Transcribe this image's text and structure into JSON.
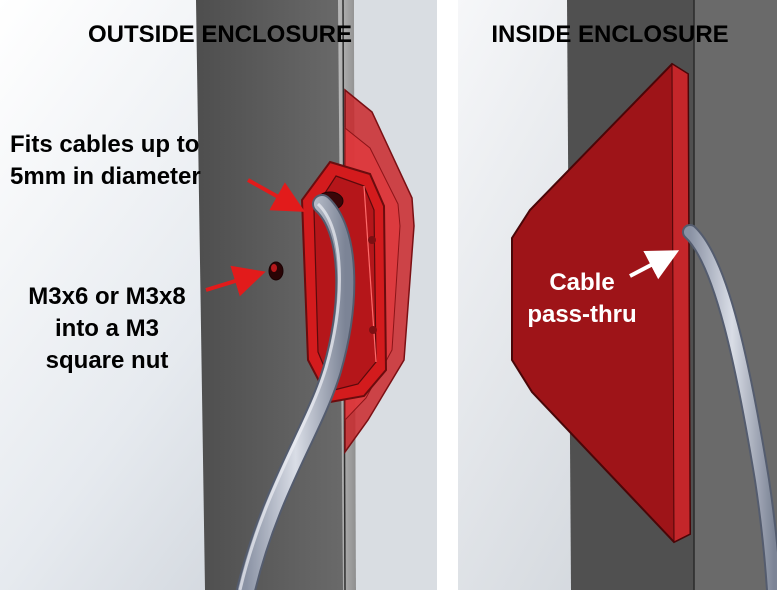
{
  "panels": {
    "left": {
      "title": "OUTSIDE ENCLOSURE"
    },
    "right": {
      "title": "INSIDE ENCLOSURE"
    }
  },
  "callouts": {
    "cable_fit_line1": "Fits cables up to",
    "cable_fit_line2": "5mm in diameter",
    "screw_line1": "M3x6 or M3x8",
    "screw_line2": "into a M3",
    "screw_line3": "square nut",
    "passthru_line1": "Cable",
    "passthru_line2": "pass-thru"
  },
  "colors": {
    "gland_red": "#d01818",
    "gland_dark_red": "#9e1418",
    "wall_gray": "#5e5e5e",
    "arrow_red": "#e21b1b",
    "arrow_white": "#ffffff"
  }
}
